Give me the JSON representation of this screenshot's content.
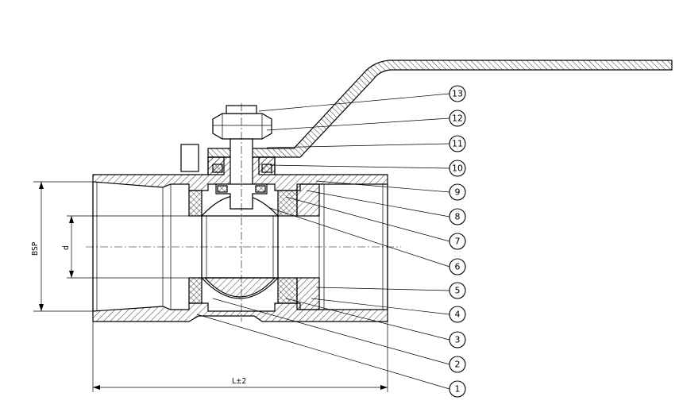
{
  "dimensions": {
    "bsp_label": "BSP",
    "d_label": "d",
    "length_label": "L±2"
  },
  "callouts": [
    {
      "number": "1"
    },
    {
      "number": "2"
    },
    {
      "number": "3"
    },
    {
      "number": "4"
    },
    {
      "number": "5"
    },
    {
      "number": "6"
    },
    {
      "number": "7"
    },
    {
      "number": "8"
    },
    {
      "number": "9"
    },
    {
      "number": "10"
    },
    {
      "number": "11"
    },
    {
      "number": "12"
    },
    {
      "number": "13"
    }
  ]
}
